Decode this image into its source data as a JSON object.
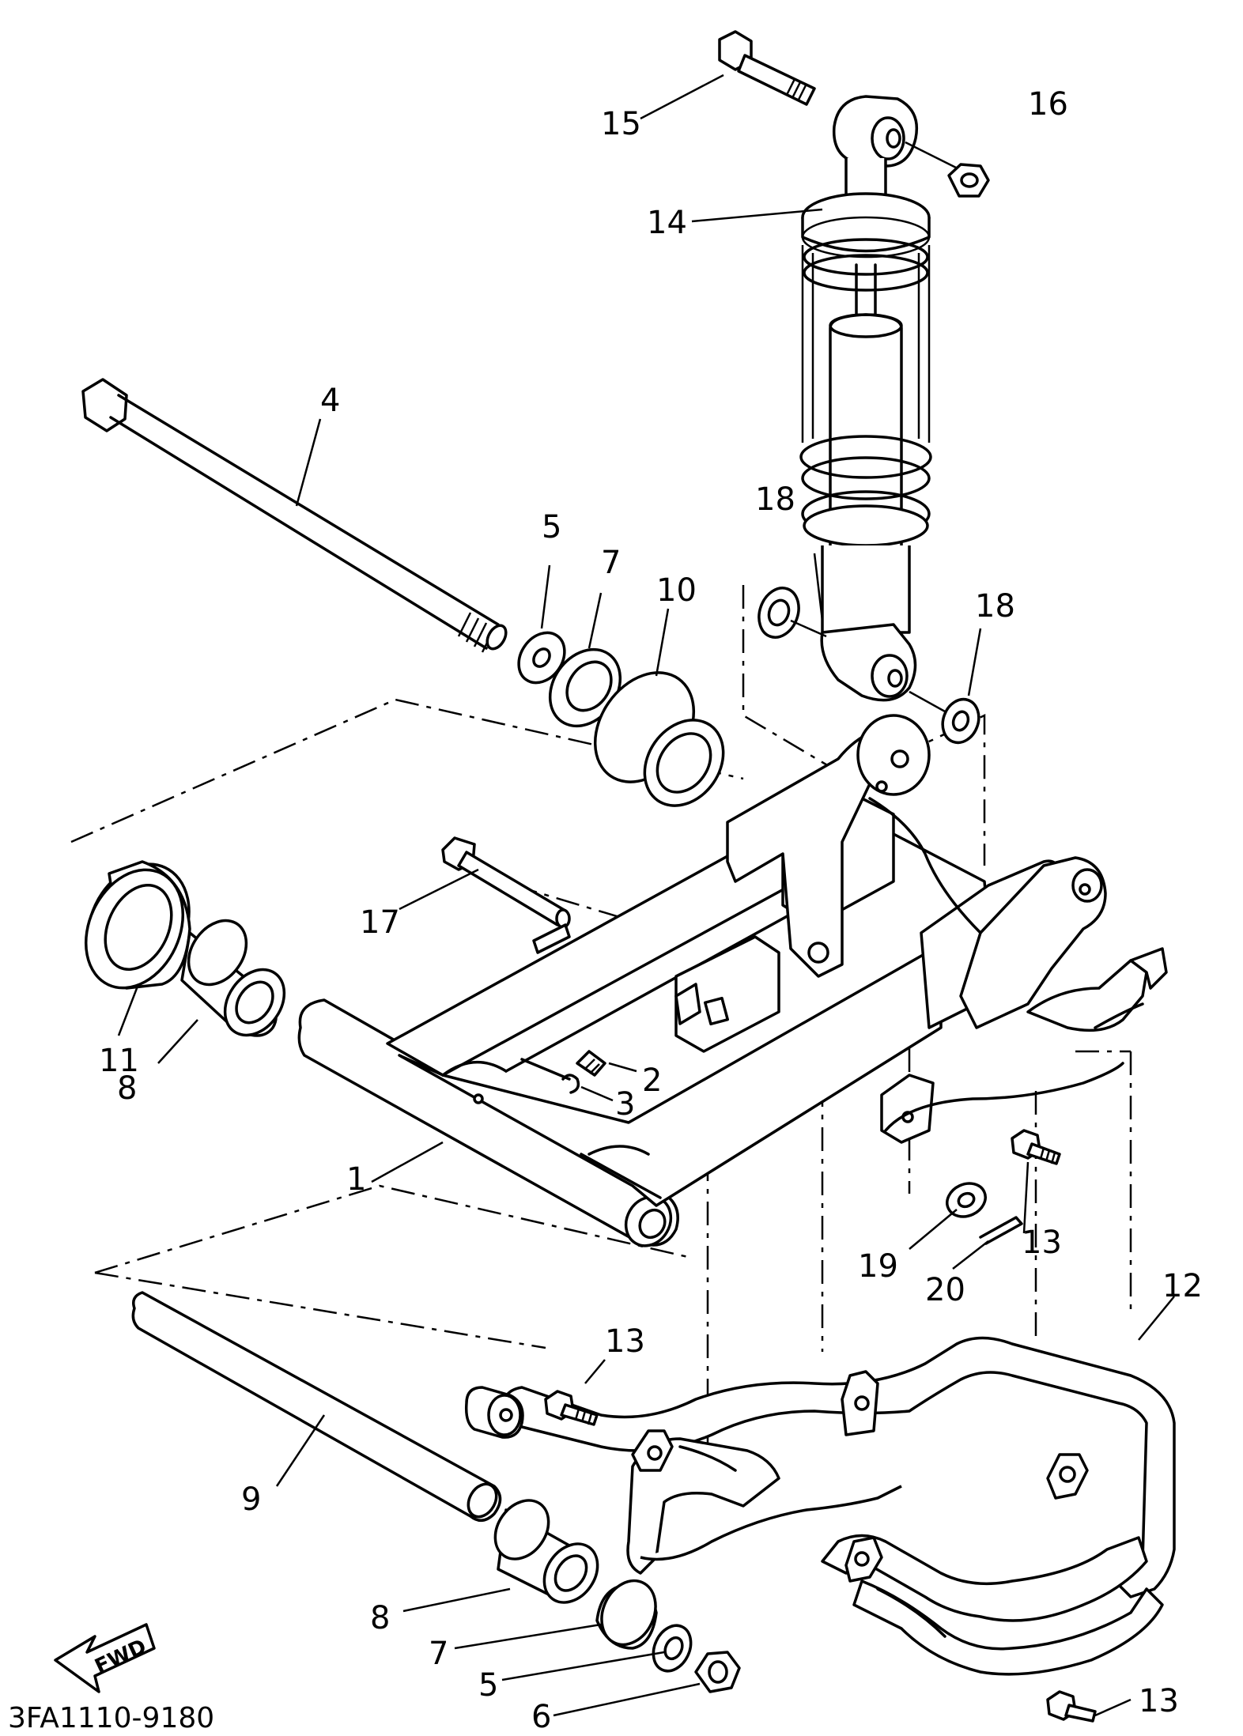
{
  "diagram": {
    "drawing_code": "3FA1110-9180",
    "direction_arrow": "FWD",
    "callouts": {
      "c1": "1",
      "c2": "2",
      "c3": "3",
      "c4": "4",
      "c5a": "5",
      "c5b": "5",
      "c6": "6",
      "c7a": "7",
      "c7b": "7",
      "c8a": "8",
      "c8b": "8",
      "c9": "9",
      "c10": "10",
      "c11": "11",
      "c12": "12",
      "c13a": "13",
      "c13b": "13",
      "c13c": "13",
      "c14": "14",
      "c15": "15",
      "c16": "16",
      "c17": "17",
      "c18a": "18",
      "c18b": "18",
      "c19": "19",
      "c20": "20"
    }
  }
}
